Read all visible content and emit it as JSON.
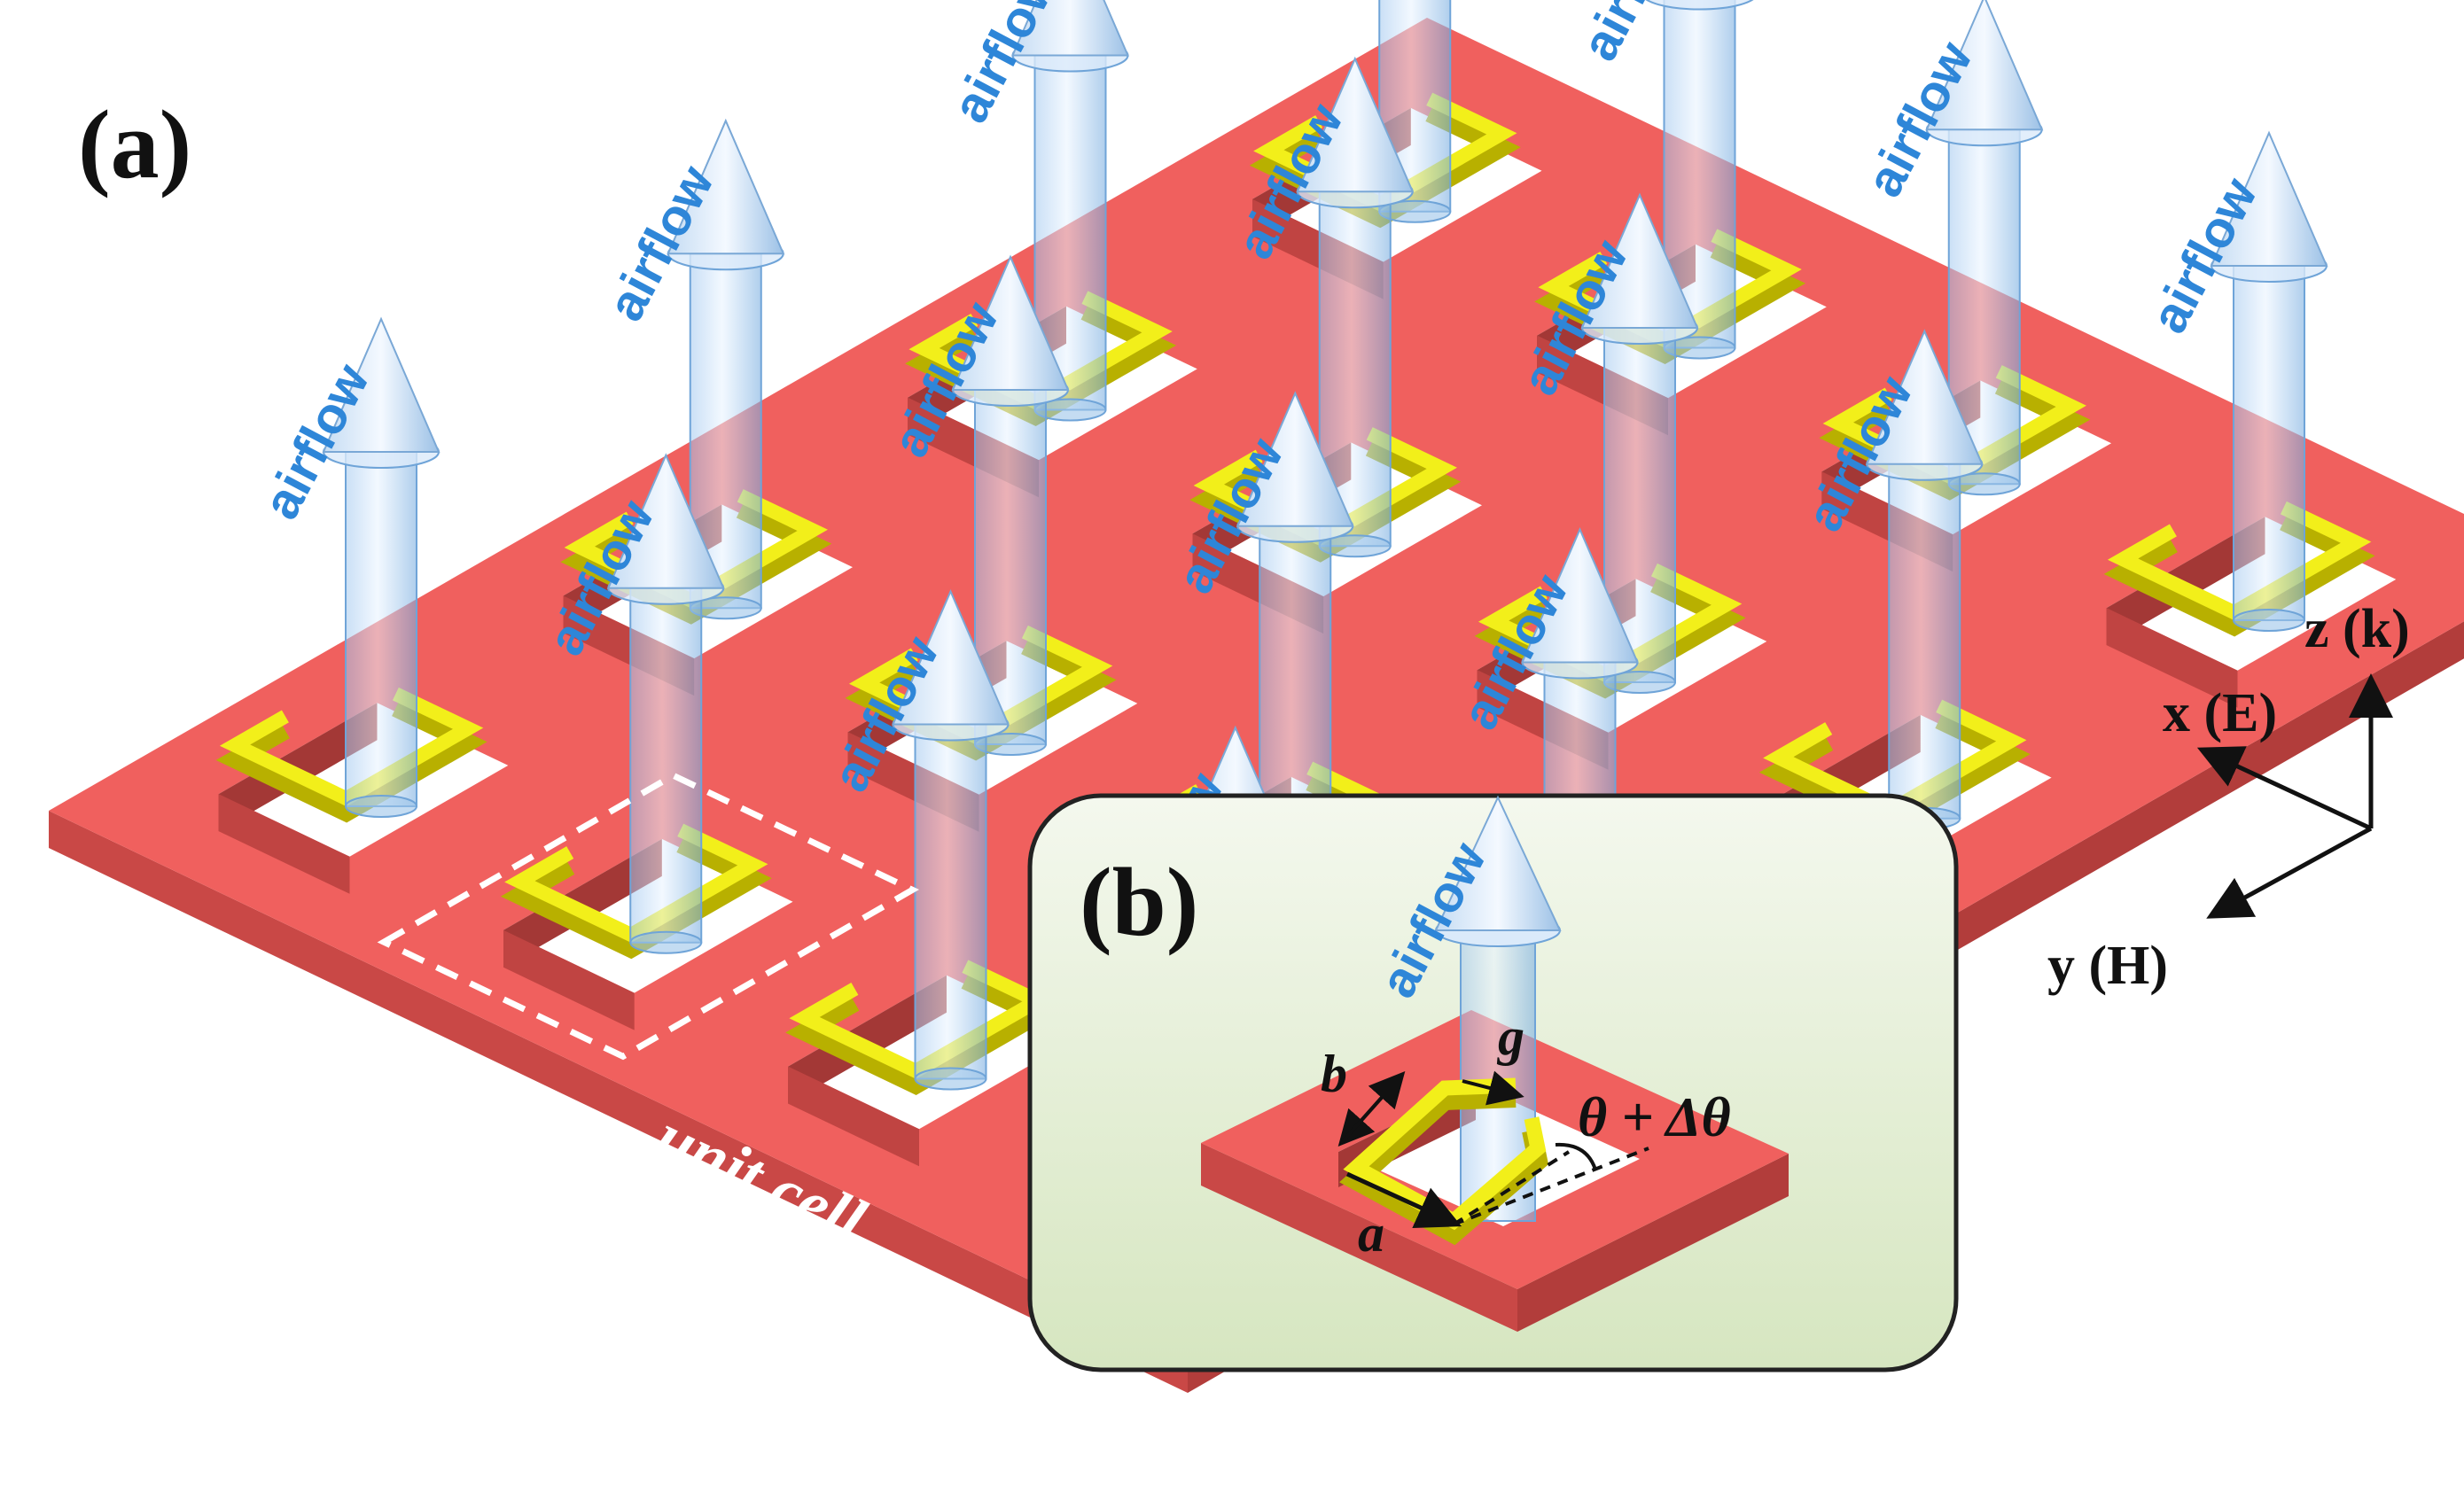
{
  "panel_a": {
    "label": "(a)"
  },
  "panel_b": {
    "label": "(b)"
  },
  "airflow_label": "airflow",
  "unit_cell_label": "unit cell",
  "axes": {
    "z": "z (k)",
    "x": "x (E)",
    "y": "y (H)"
  },
  "dimensions": {
    "a": "a",
    "b": "b",
    "g": "g",
    "angle": "θ + Δθ"
  },
  "colors": {
    "frame_top": "#f0605e",
    "frame_side": "#c94846",
    "resonator": "#f2ef1a",
    "resonator_dark": "#b8b000",
    "airflow_text": "#2e86d8",
    "inset_bg": "#e4efd6"
  },
  "grid": {
    "rows": 4,
    "cols": 4
  }
}
